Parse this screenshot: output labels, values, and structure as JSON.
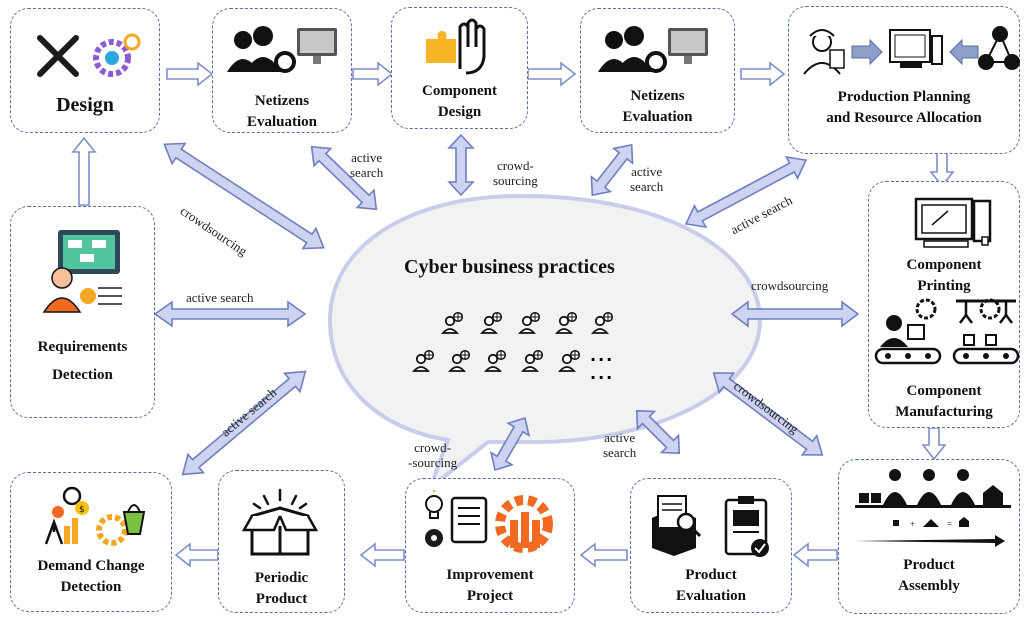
{
  "center": {
    "title": "Cyber business practices",
    "ellipsis": "..."
  },
  "nodes": {
    "design": "Design",
    "netizens_eval_1_l1": "Netizens",
    "netizens_eval_1_l2": "Evaluation",
    "component_design_l1": "Component",
    "component_design_l2": "Design",
    "netizens_eval_2_l1": "Netizens",
    "netizens_eval_2_l2": "Evaluation",
    "production_planning_l1": "Production Planning",
    "production_planning_l2": "and Resource Allocation",
    "component_printing_l1": "Component",
    "component_printing_l2": "Printing",
    "component_manufacturing_l1": "Component",
    "component_manufacturing_l2": "Manufacturing",
    "product_assembly_l1": "Product",
    "product_assembly_l2": "Assembly",
    "product_evaluation_l1": "Product",
    "product_evaluation_l2": "Evaluation",
    "improvement_project_l1": "Improvement",
    "improvement_project_l2": "Project",
    "periodic_product_l1": "Periodic",
    "periodic_product_l2": "Product",
    "demand_change_l1": "Demand Change",
    "demand_change_l2": "Detection",
    "requirements_l1": "Requirements",
    "requirements_l2": "Detection"
  },
  "edges": {
    "active_search_1_l1": "active",
    "active_search_1_l2": "search",
    "crowd_sourcing_1_l1": "crowd-",
    "crowd_sourcing_1_l2": "sourcing",
    "active_search_2_l1": "active",
    "active_search_2_l2": "search",
    "crowdsourcing_design": "crowdsourcing",
    "active_search_requirements": "active search",
    "active_search_production": "active search",
    "crowdsourcing_printing": "crowdsourcing",
    "active_search_demand": "active search",
    "crowd_sourcing_improvement_l1": "crowd-",
    "crowd_sourcing_improvement_l2": "-sourcing",
    "active_search_product_eval_l1": "active",
    "active_search_product_eval_l2": "search",
    "crowdsourcing_assembly": "crowdsourcing"
  },
  "colors": {
    "box_border": "#5a6fa6",
    "arrow_fill": "#cdd3f0",
    "arrow_stroke": "#6f7fc0",
    "bubble_fill": "#f2f2f2",
    "bubble_stroke": "#c9cdeb",
    "icon_orange": "#f26a21",
    "icon_purple": "#8a5cd6",
    "icon_dark": "#1b1b1b"
  }
}
